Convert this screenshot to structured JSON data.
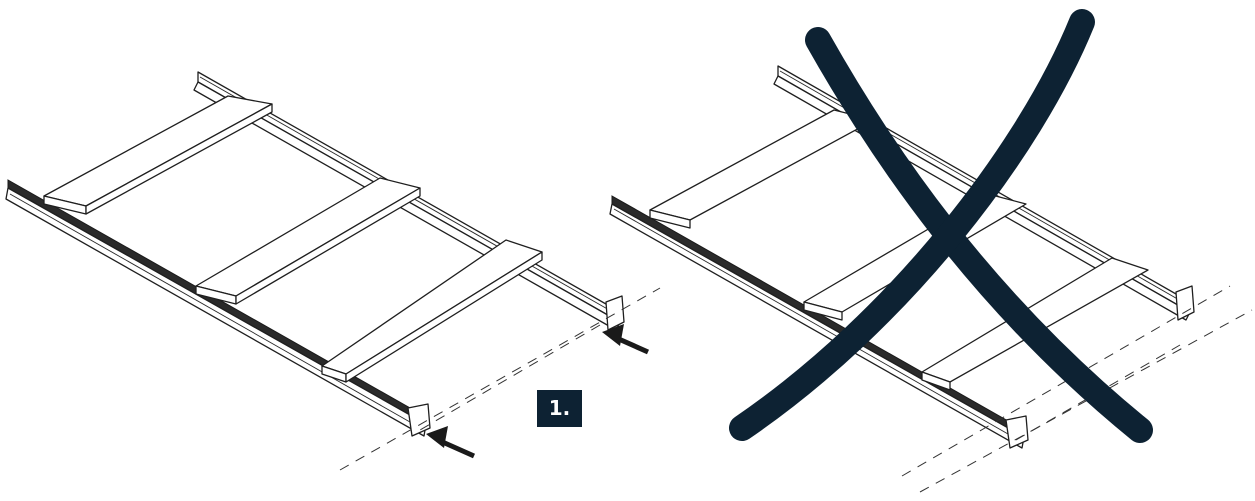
{
  "step": {
    "number_label": "1."
  },
  "colors": {
    "badge_bg": "#0d2233",
    "cross_mark": "#0d2233",
    "line_art": "#1f1f1f"
  },
  "panels": [
    {
      "id": "correct-assembly",
      "marker": "arrow-icon"
    },
    {
      "id": "incorrect-assembly",
      "marker": "x-mark-icon"
    }
  ]
}
